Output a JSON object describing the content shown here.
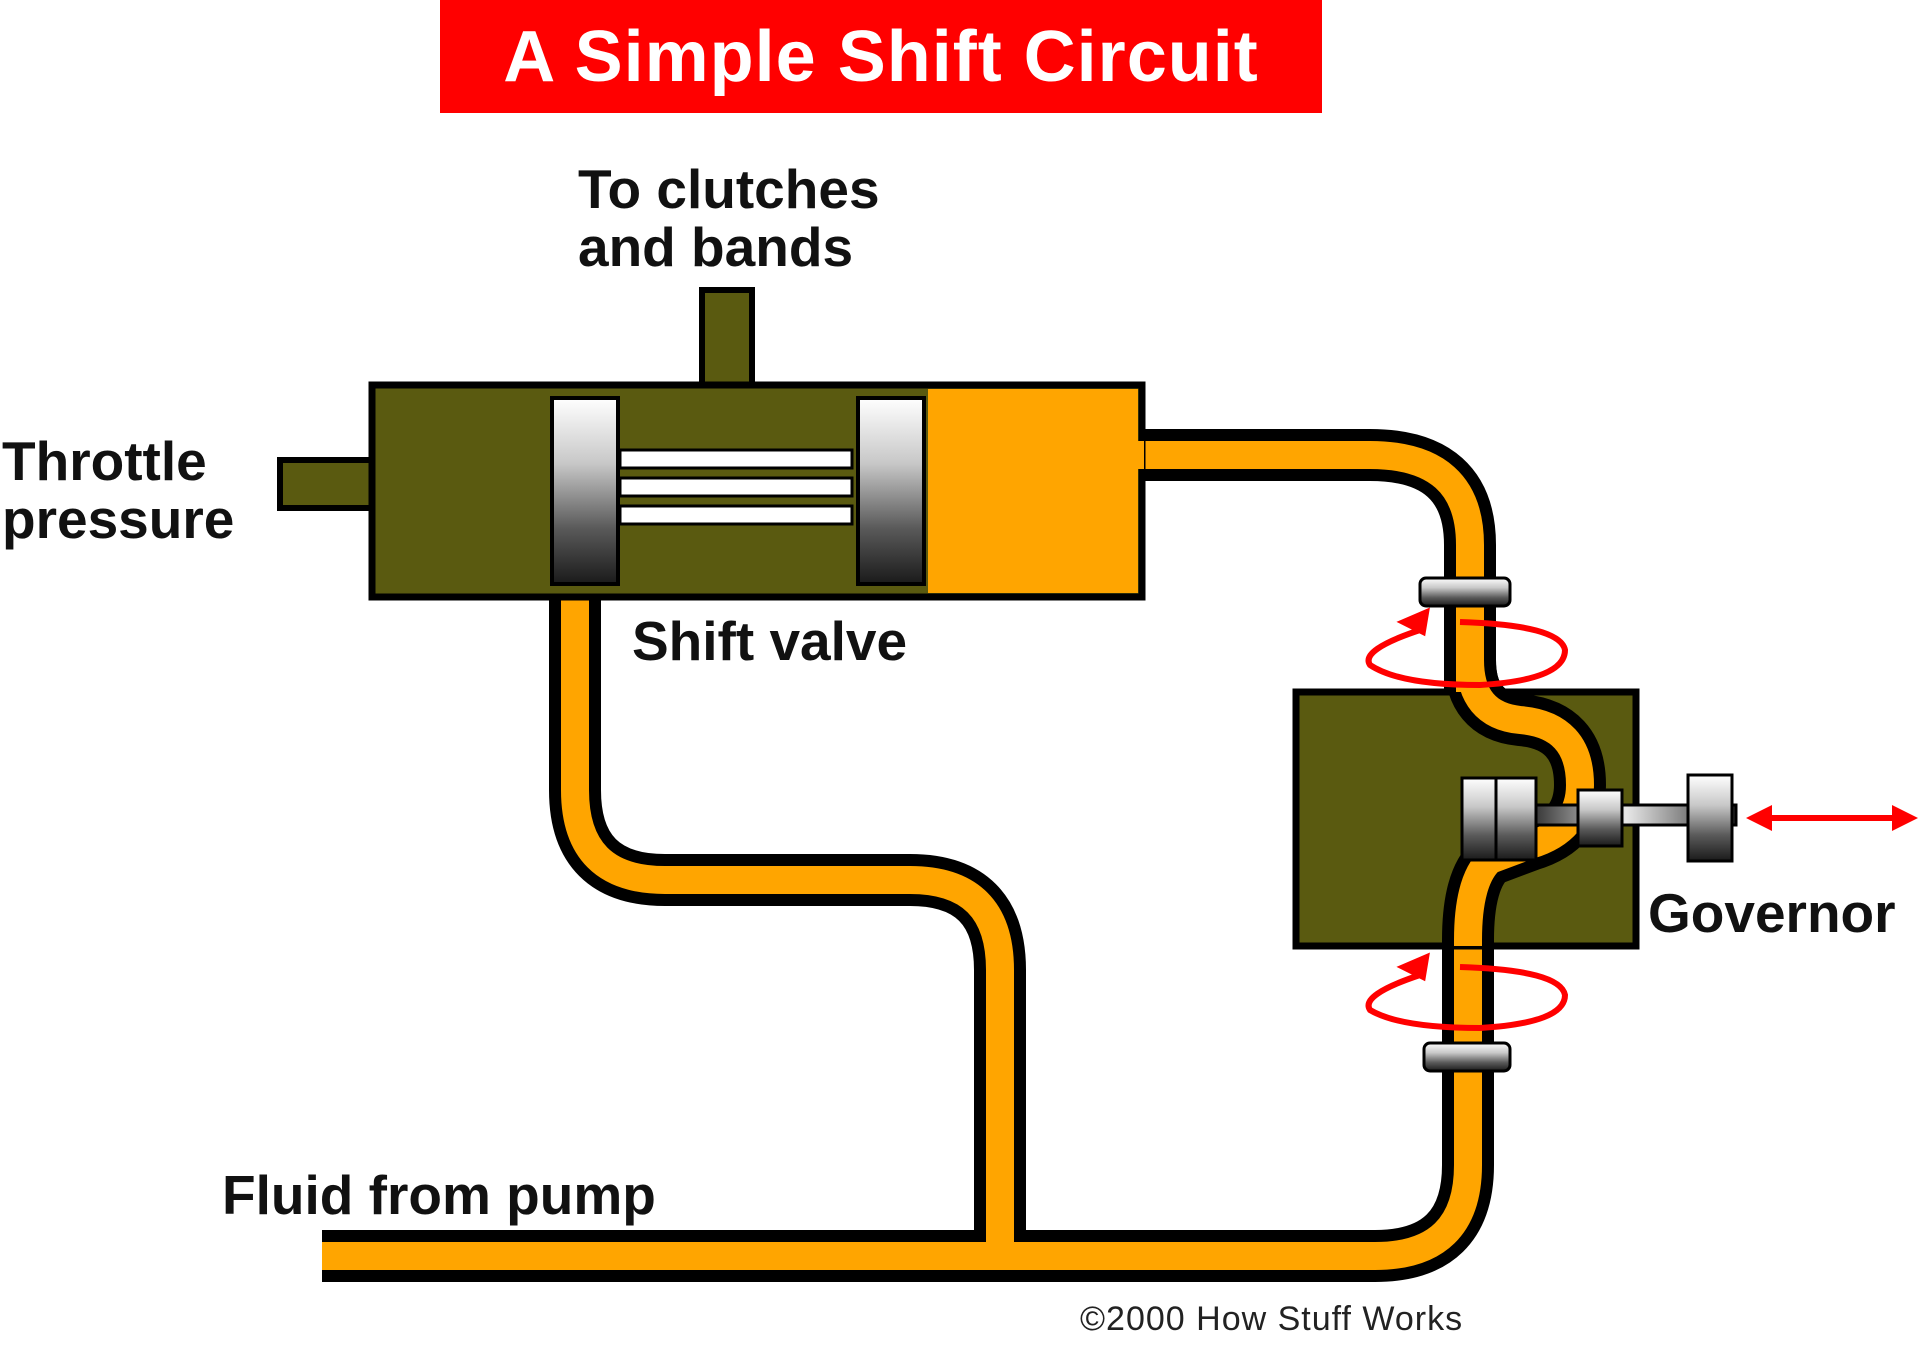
{
  "title": "A Simple Shift Circuit",
  "labels": {
    "to_clutches": "To clutches\nand bands",
    "throttle": "Throttle\npressure",
    "shift_valve": "Shift valve",
    "governor": "Governor",
    "fluid": "Fluid from pump"
  },
  "credit": "©2000 How Stuff Works",
  "colors": {
    "banner": "#ff0000",
    "valve_body": "#5a5a10",
    "fluid": "#ffa500",
    "outline": "#000000",
    "arrow": "#ff0000",
    "metal": "#a8a8a8"
  },
  "icons": {
    "rotation": "rotation-arrow-icon",
    "bidirectional": "double-arrow-icon"
  }
}
